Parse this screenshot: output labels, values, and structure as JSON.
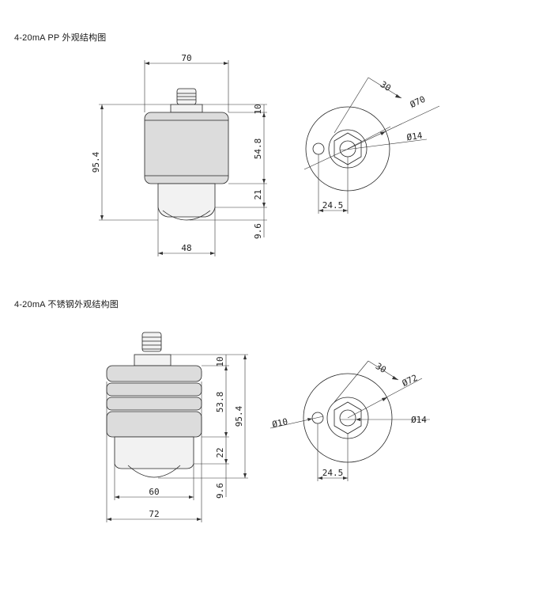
{
  "sections": [
    {
      "title": "4-20mA PP 外观结构图",
      "side_dims": {
        "width_top": "70",
        "height_total": "95.4",
        "h_top": "10",
        "h_body": "54.8",
        "h_lower": "21",
        "h_bottom": "9.6",
        "width_bottom": "48"
      },
      "top_dims": {
        "offset": "30",
        "outer_dia": "Ø70",
        "inner_dia": "Ø14",
        "hole_spacing": "24.5"
      }
    },
    {
      "title": "4-20mA 不锈钢外观结构图",
      "side_dims": {
        "h_top": "10",
        "h_body": "53.8",
        "height_total": "95.4",
        "h_lower": "22",
        "h_bottom": "9.6",
        "width_lower": "60",
        "width_total": "72"
      },
      "top_dims": {
        "offset": "30",
        "outer_dia": "Ø72",
        "hole_dia": "Ø10",
        "inner_dia": "Ø14",
        "hole_spacing": "24.5"
      }
    }
  ]
}
